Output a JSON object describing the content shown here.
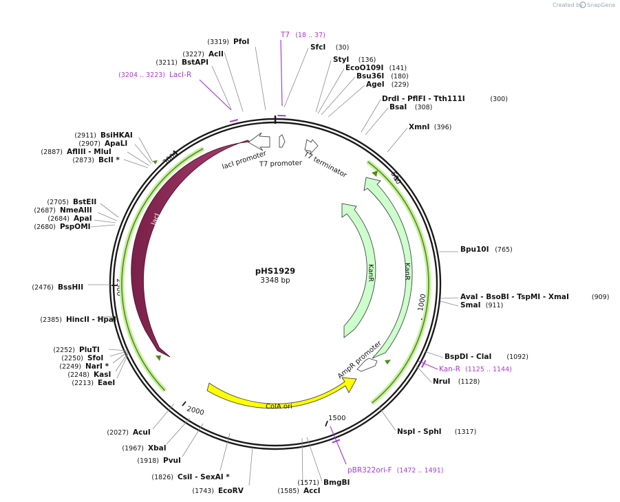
{
  "credit": {
    "prefix": "Created by",
    "brand": "SnapGene"
  },
  "plasmid": {
    "name": "pHS1929",
    "size": "3348 bp"
  },
  "ticks": [
    "500",
    "1000",
    "1500",
    "2000",
    "2500",
    "3000"
  ],
  "sites": [
    {
      "name": "T7",
      "pos": "(18 .. 37)",
      "color": "#a93ad0"
    },
    {
      "name": "SfcI",
      "pos": "(30)"
    },
    {
      "name": "StyI",
      "pos": "(136)"
    },
    {
      "name": "EcoO109I",
      "pos": "(141)"
    },
    {
      "name": "Bsu36I",
      "pos": "(180)"
    },
    {
      "name": "AgeI",
      "pos": "(229)"
    },
    {
      "name": "DrdI - PflFI - Tth111I",
      "pos": "(300)"
    },
    {
      "name": "BsaI",
      "pos": "(308)"
    },
    {
      "name": "XmnI",
      "pos": "(396)"
    },
    {
      "name": "Bpu10I",
      "pos": "(765)"
    },
    {
      "name": "AvaI - BsoBI - TspMI - XmaI",
      "pos": "(909)"
    },
    {
      "name": "SmaI",
      "pos": "(911)"
    },
    {
      "name": "BspDI - ClaI",
      "pos": "(1092)"
    },
    {
      "name": "Kan-R",
      "pos": "(1125 .. 1144)",
      "color": "#a93ad0"
    },
    {
      "name": "NruI",
      "pos": "(1128)"
    },
    {
      "name": "NspI - SphI",
      "pos": "(1317)"
    },
    {
      "name": "pBR322ori-F",
      "pos": "(1472 .. 1491)",
      "color": "#a93ad0"
    },
    {
      "name": "BmgBI",
      "pos": "(1571)"
    },
    {
      "name": "AccI",
      "pos": "(1585)"
    },
    {
      "name": "EcoRV",
      "pos": "(1743)"
    },
    {
      "name": "CsiI - SexAI *",
      "pos": "(1826)"
    },
    {
      "name": "PvuI",
      "pos": "(1918)"
    },
    {
      "name": "XbaI",
      "pos": "(1967)"
    },
    {
      "name": "AcuI",
      "pos": "(2027)"
    },
    {
      "name": "EaeI",
      "pos": "(2213)"
    },
    {
      "name": "KasI",
      "pos": "(2248)"
    },
    {
      "name": "NarI *",
      "pos": "(2249)"
    },
    {
      "name": "SfoI",
      "pos": "(2250)"
    },
    {
      "name": "PluTI",
      "pos": "(2252)"
    },
    {
      "name": "HincII - HpaI",
      "pos": "(2385)"
    },
    {
      "name": "BssHII",
      "pos": "(2476)"
    },
    {
      "name": "PspOMI",
      "pos": "(2680)"
    },
    {
      "name": "ApaI",
      "pos": "(2684)"
    },
    {
      "name": "NmeAIII",
      "pos": "(2687)"
    },
    {
      "name": "BstEII",
      "pos": "(2705)"
    },
    {
      "name": "BclI *",
      "pos": "(2873)"
    },
    {
      "name": "AflIII - MluI",
      "pos": "(2887)"
    },
    {
      "name": "ApaLI",
      "pos": "(2907)"
    },
    {
      "name": "BsiHKAI",
      "pos": "(2911)"
    },
    {
      "name": "LacI-R",
      "pos": "(3204 .. 3223)",
      "color": "#a93ad0"
    },
    {
      "name": "BstAPI",
      "pos": "(3211)"
    },
    {
      "name": "AclI",
      "pos": "(3227)"
    },
    {
      "name": "PfoI",
      "pos": "(3319)"
    }
  ],
  "features": [
    {
      "name": "lacI",
      "color": "#95305f"
    },
    {
      "name": "lacI promoter",
      "color": "#ffffff"
    },
    {
      "name": "T7 promoter",
      "color": "#ffffff"
    },
    {
      "name": "T7 terminator",
      "color": "#ffffff"
    },
    {
      "name": "KanR",
      "color": "#ccffcc"
    },
    {
      "name": "KanR",
      "color": "#ccffcc"
    },
    {
      "name": "AmpR promoter",
      "color": "#ffffff"
    },
    {
      "name": "ColA ori",
      "color": "#ffff00"
    }
  ],
  "colors": {
    "backbone": "#1a1a1a",
    "orf_outline": "#6a9a2a",
    "orf_fill": "#c8f0a0",
    "primer": "#a93ad0"
  }
}
